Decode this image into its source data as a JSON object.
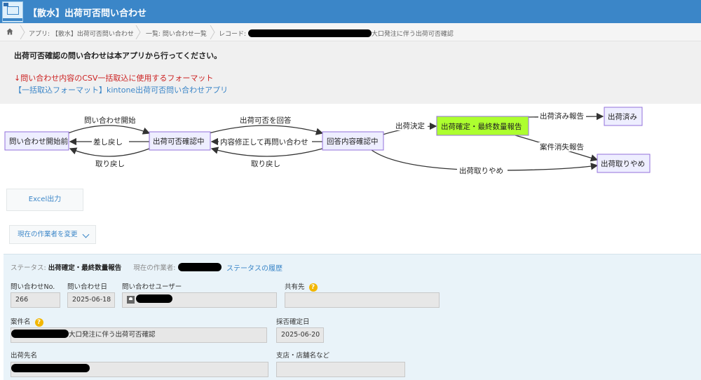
{
  "header": {
    "title": "【散水】出荷可否問い合わせ",
    "brand_color": "#3b86c8"
  },
  "breadcrumb": {
    "app": "アプリ: 【散水】出荷可否問い合わせ",
    "list": "一覧: 問い合わせ一覧",
    "record_prefix": "レコード: ",
    "record_suffix": "大口発注に伴う出荷可否確認"
  },
  "notice": {
    "main": "出荷可否確認の問い合わせは本アプリから行ってください。",
    "csv_note": "↓問い合わせ内容のCSV一括取込に使用するフォーマット",
    "link": "【一括取込フォーマット】kintone出荷可否問い合わせアプリ"
  },
  "workflow": {
    "node_fill": "#eeeeff",
    "node_stroke": "#9370db",
    "current_fill": "#adff2f",
    "nodes": {
      "start": "問い合わせ開始前",
      "checking": "出荷可否確認中",
      "reviewing": "回答内容確認中",
      "confirmed": "出荷確定・最終数量報告",
      "shipped": "出荷済み",
      "cancelled": "出荷取りやめ"
    },
    "edges": {
      "start_inquiry": "問い合わせ開始",
      "send_back": "差し戻し",
      "withdraw_1": "取り戻し",
      "answer": "出荷可否を回答",
      "reinquire": "内容修正して再問い合わせ",
      "withdraw_2": "取り戻し",
      "decide": "出荷決定",
      "report_shipped": "出荷済み報告",
      "report_lost": "案件消失報告",
      "stop": "出荷取りやめ"
    }
  },
  "buttons": {
    "excel": "Excel出力",
    "change_assignee": "現在の作業者を変更"
  },
  "record": {
    "status_label": "ステータス: ",
    "status_value": "出荷確定・最終数量報告",
    "assignee_label": "現在の作業者: ",
    "status_history": "ステータスの履歴",
    "fields": {
      "inquiry_no_label": "問い合わせNo.",
      "inquiry_no": "266",
      "inquiry_date_label": "問い合わせ日",
      "inquiry_date": "2025-06-18",
      "inquiry_user_label": "問い合わせユーザー",
      "share_label": "共有先",
      "case_label": "案件名",
      "case_suffix": "大口発注に伴う出荷可否確認",
      "decision_date_label": "採否確定日",
      "decision_date": "2025-06-20",
      "destination_label": "出荷先名",
      "branch_label": "支店・店舗名など"
    }
  }
}
